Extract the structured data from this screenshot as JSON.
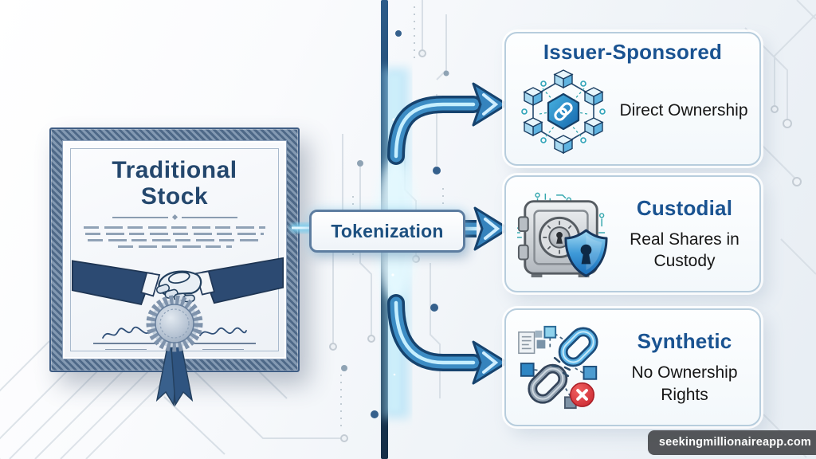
{
  "certificate": {
    "title_line1": "Traditional",
    "title_line2": "Stock"
  },
  "tokenization": {
    "label": "Tokenization"
  },
  "boxes": [
    {
      "heading": "Issuer-Sponsored",
      "text": "Direct Ownership",
      "icon": "blockchain-network-icon"
    },
    {
      "heading": "Custodial",
      "text": "Real Shares in Custody",
      "icon": "vault-shield-icon"
    },
    {
      "heading": "Synthetic",
      "text": "No Ownership Rights",
      "icon": "broken-chain-icon"
    }
  ],
  "watermark": {
    "text": "seekingmillionaireapp.com"
  },
  "colors": {
    "heading_blue": "#1a5391",
    "arrow_fill": "#3c8cc4",
    "arrow_outline": "#16436e",
    "certificate_navy": "#24476d",
    "error_red": "#d93b3b",
    "teal_accent": "#35a7ae"
  }
}
